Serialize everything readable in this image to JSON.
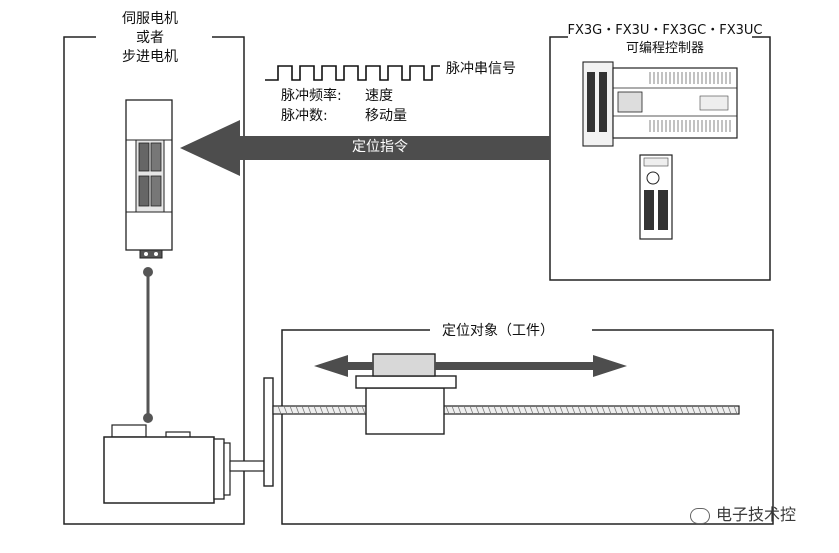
{
  "servo": {
    "title_line1": "伺服电机",
    "title_line2": "或者",
    "title_line3": "步进电机"
  },
  "plc": {
    "models": "FX3G・FX3U・FX3GC・FX3UC",
    "title": "可编程控制器"
  },
  "pulse": {
    "signal_label": "脉冲串信号",
    "freq_label": "脉冲频率:",
    "freq_value": "速度",
    "count_label": "脉冲数:",
    "count_value": "移动量"
  },
  "command": {
    "label": "定位指令"
  },
  "workpiece": {
    "title": "定位对象（工件）"
  },
  "watermark": {
    "text": "电子技术控"
  },
  "colors": {
    "arrow_fill": "#4d4d4d",
    "line": "#222222",
    "dark_connector": "#555555",
    "light_fill": "#d8d8d8"
  }
}
